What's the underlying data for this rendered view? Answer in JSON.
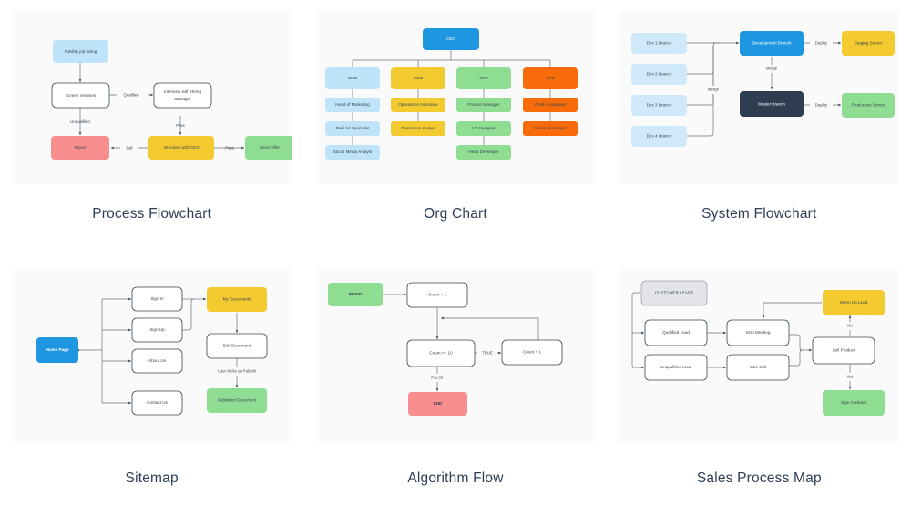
{
  "palette": {
    "page_bg": "#ffffff",
    "card_bg": "#fafafa",
    "caption_color": "#2e4057",
    "light_blue": "#bfe3f8",
    "blue": "#1e97e0",
    "dark_navy": "#2e3e50",
    "yellow": "#f3ca2f",
    "green": "#8fdc93",
    "red": "#f98e8e",
    "orange": "#f76b0b",
    "gray_node": "#e2e4e8",
    "outline_stroke": "#37474f",
    "connector": "#6b7280"
  },
  "cells": [
    {
      "id": "process-flowchart",
      "caption": "Process Flowchart",
      "nodes": [
        {
          "id": "publish",
          "label": "Publish job listing",
          "fill": "#bfe3f8"
        },
        {
          "id": "screen",
          "label": "Screen resumes",
          "fill": "#ffffff"
        },
        {
          "id": "hiring",
          "label": "Interview with Hiring Manager",
          "fill": "#ffffff"
        },
        {
          "id": "reject",
          "label": "Reject",
          "fill": "#f98e8e"
        },
        {
          "id": "ceo",
          "label": "Interview with CEO",
          "fill": "#f3ca2f"
        },
        {
          "id": "offer",
          "label": "Send Offer",
          "fill": "#8fdc93"
        }
      ],
      "edge_labels": [
        "Qualified",
        "Unqualified",
        "Pass",
        "Fail",
        "Pass"
      ]
    },
    {
      "id": "org-chart",
      "caption": "Org Chart",
      "nodes": [
        {
          "id": "ceo",
          "label": "CEO",
          "fill": "#1e97e0"
        },
        {
          "id": "cmo",
          "label": "CMO",
          "fill": "#bfe3f8"
        },
        {
          "id": "coo",
          "label": "COO",
          "fill": "#f3ca2f"
        },
        {
          "id": "cto",
          "label": "CTO",
          "fill": "#8fdc93"
        },
        {
          "id": "cfo",
          "label": "CFO",
          "fill": "#f76b0b"
        },
        {
          "id": "head-marketing",
          "label": "Head of Marketing",
          "fill": "#bfe3f8"
        },
        {
          "id": "paid-ad",
          "label": "Paid Ad Specialist",
          "fill": "#bfe3f8"
        },
        {
          "id": "social-media",
          "label": "Social Media Analyst",
          "fill": "#bfe3f8"
        },
        {
          "id": "ops-associate",
          "label": "Operations Associate",
          "fill": "#f3ca2f"
        },
        {
          "id": "ops-analyst",
          "label": "Operations Analyst",
          "fill": "#f3ca2f"
        },
        {
          "id": "product-manager",
          "label": "Product Manager",
          "fill": "#8fdc93"
        },
        {
          "id": "ux-designer",
          "label": "UX Designer",
          "fill": "#8fdc93"
        },
        {
          "id": "head-developer",
          "label": "Head Developer",
          "fill": "#8fdc93"
        },
        {
          "id": "chief-accountant",
          "label": "Chief Accountant",
          "fill": "#f76b0b"
        },
        {
          "id": "financial-analyst",
          "label": "Financial Analyst",
          "fill": "#f76b0b"
        }
      ],
      "edge_labels": []
    },
    {
      "id": "system-flowchart",
      "caption": "System Flowchart",
      "nodes": [
        {
          "id": "dev1",
          "label": "Dev 1 Branch",
          "fill": "#cfe8fa"
        },
        {
          "id": "dev2",
          "label": "Dev 2 Branch",
          "fill": "#cfe8fa"
        },
        {
          "id": "dev3",
          "label": "Dev 3 Branch",
          "fill": "#cfe8fa"
        },
        {
          "id": "dev4",
          "label": "Dev 4 Branch",
          "fill": "#cfe8fa"
        },
        {
          "id": "development-branch",
          "label": "Development Branch",
          "fill": "#1e97e0"
        },
        {
          "id": "master-branch",
          "label": "Master Branch",
          "fill": "#2e3e50"
        },
        {
          "id": "staging-server",
          "label": "Staging Server",
          "fill": "#f3ca2f"
        },
        {
          "id": "production-server",
          "label": "Production Server",
          "fill": "#8fdc93"
        }
      ],
      "edge_labels": [
        "Deploy",
        "Merge",
        "Merge",
        "Deploy"
      ]
    },
    {
      "id": "sitemap",
      "caption": "Sitemap",
      "nodes": [
        {
          "id": "home-page",
          "label": "Home Page",
          "fill": "#1e97e0"
        },
        {
          "id": "sign-in",
          "label": "Sign In",
          "fill": "#ffffff"
        },
        {
          "id": "sign-up",
          "label": "Sign Up",
          "fill": "#ffffff"
        },
        {
          "id": "about-us",
          "label": "About Us",
          "fill": "#ffffff"
        },
        {
          "id": "contact-us",
          "label": "Contact Us",
          "fill": "#ffffff"
        },
        {
          "id": "my-documents",
          "label": "My Documents",
          "fill": "#f3ca2f"
        },
        {
          "id": "edit-document",
          "label": "Edit Document",
          "fill": "#ffffff"
        },
        {
          "id": "published-document",
          "label": "Published Document",
          "fill": "#8fdc93"
        }
      ],
      "edge_labels": [
        "User clicks on Publish"
      ]
    },
    {
      "id": "algorithm-flow",
      "caption": "Algorithm Flow",
      "nodes": [
        {
          "id": "begin",
          "label": "BEGIN",
          "fill": "#8fdc93"
        },
        {
          "id": "count-init",
          "label": "Count = 1",
          "fill": "#ffffff"
        },
        {
          "id": "count-test",
          "label": "Count <= 10",
          "fill": "#ffffff"
        },
        {
          "id": "count-inc",
          "label": "Count + 1",
          "fill": "#ffffff"
        },
        {
          "id": "end",
          "label": "END",
          "fill": "#f98e8e"
        }
      ],
      "edge_labels": [
        "TRUE",
        "FALSE"
      ]
    },
    {
      "id": "sales-process-map",
      "caption": "Sales Process Map",
      "nodes": [
        {
          "id": "customer-leads",
          "label": "CUSTOMER LEADS",
          "fill": "#e2e4e8"
        },
        {
          "id": "qualified-lead",
          "label": "Qualified Lead",
          "fill": "#ffffff"
        },
        {
          "id": "unqualified-lead",
          "label": "Unqualified Lead",
          "fill": "#ffffff"
        },
        {
          "id": "intro-meeting",
          "label": "Intro Meeting",
          "fill": "#ffffff"
        },
        {
          "id": "intro-call",
          "label": "Intro Call",
          "fill": "#ffffff"
        },
        {
          "id": "sell-product",
          "label": "Sell Product",
          "fill": "#ffffff"
        },
        {
          "id": "warm-up-lead",
          "label": "Warm Up Lead",
          "fill": "#f3ca2f"
        },
        {
          "id": "sign-contract",
          "label": "Sign Contract",
          "fill": "#8fdc93"
        }
      ],
      "edge_labels": [
        "No",
        "Yes"
      ]
    }
  ]
}
